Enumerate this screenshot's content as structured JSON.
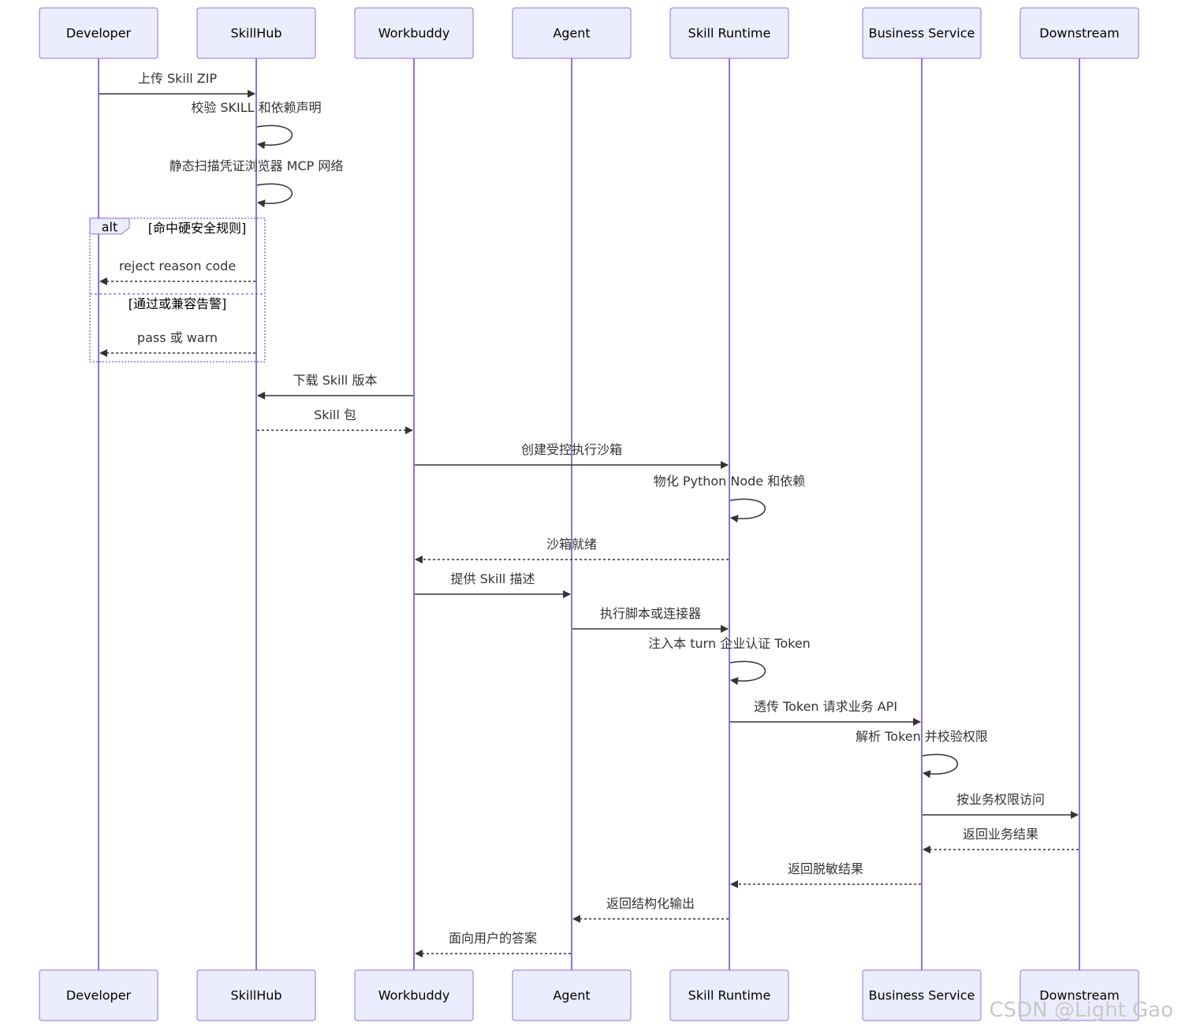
{
  "actors": [
    {
      "id": "developer",
      "label": "Developer"
    },
    {
      "id": "skillhub",
      "label": "SkillHub"
    },
    {
      "id": "workbuddy",
      "label": "Workbuddy"
    },
    {
      "id": "agent",
      "label": "Agent"
    },
    {
      "id": "runtime",
      "label": "Skill Runtime"
    },
    {
      "id": "business",
      "label": "Business Service"
    },
    {
      "id": "downstream",
      "label": "Downstream"
    }
  ],
  "messages": [
    {
      "from": "developer",
      "to": "skillhub",
      "label": "上传 Skill ZIP",
      "style": "solid"
    },
    {
      "from": "skillhub",
      "to": "skillhub",
      "label": "校验 SKILL 和依赖声明",
      "style": "solid"
    },
    {
      "from": "skillhub",
      "to": "skillhub",
      "label": "静态扫描凭证浏览器 MCP 网络",
      "style": "solid"
    },
    {
      "from": "skillhub",
      "to": "developer",
      "label": "reject reason code",
      "style": "dashed"
    },
    {
      "from": "skillhub",
      "to": "developer",
      "label": "pass 或 warn",
      "style": "dashed"
    },
    {
      "from": "workbuddy",
      "to": "skillhub",
      "label": "下载 Skill 版本",
      "style": "solid"
    },
    {
      "from": "skillhub",
      "to": "workbuddy",
      "label": "Skill 包",
      "style": "dashed"
    },
    {
      "from": "workbuddy",
      "to": "runtime",
      "label": "创建受控执行沙箱",
      "style": "solid"
    },
    {
      "from": "runtime",
      "to": "runtime",
      "label": "物化 Python Node 和依赖",
      "style": "solid"
    },
    {
      "from": "runtime",
      "to": "workbuddy",
      "label": "沙箱就绪",
      "style": "dashed"
    },
    {
      "from": "workbuddy",
      "to": "agent",
      "label": "提供 Skill 描述",
      "style": "solid"
    },
    {
      "from": "agent",
      "to": "runtime",
      "label": "执行脚本或连接器",
      "style": "solid"
    },
    {
      "from": "runtime",
      "to": "runtime",
      "label": "注入本 turn 企业认证 Token",
      "style": "solid"
    },
    {
      "from": "runtime",
      "to": "business",
      "label": "透传 Token 请求业务 API",
      "style": "solid"
    },
    {
      "from": "business",
      "to": "business",
      "label": "解析 Token 并校验权限",
      "style": "solid"
    },
    {
      "from": "business",
      "to": "downstream",
      "label": "按业务权限访问",
      "style": "solid"
    },
    {
      "from": "downstream",
      "to": "business",
      "label": "返回业务结果",
      "style": "dashed"
    },
    {
      "from": "business",
      "to": "runtime",
      "label": "返回脱敏结果",
      "style": "dashed"
    },
    {
      "from": "runtime",
      "to": "agent",
      "label": "返回结构化输出",
      "style": "dashed"
    },
    {
      "from": "agent",
      "to": "workbuddy",
      "label": "面向用户的答案",
      "style": "dashed"
    }
  ],
  "alt": {
    "label": "alt",
    "conditions": [
      "[命中硬安全规则]",
      "[通过或兼容告警]"
    ]
  },
  "watermark": "CSDN @Light Gao",
  "colors": {
    "actor_fill": "#ececff",
    "actor_border": "#9370db",
    "lifeline": "#9370db",
    "message": "#333333"
  }
}
